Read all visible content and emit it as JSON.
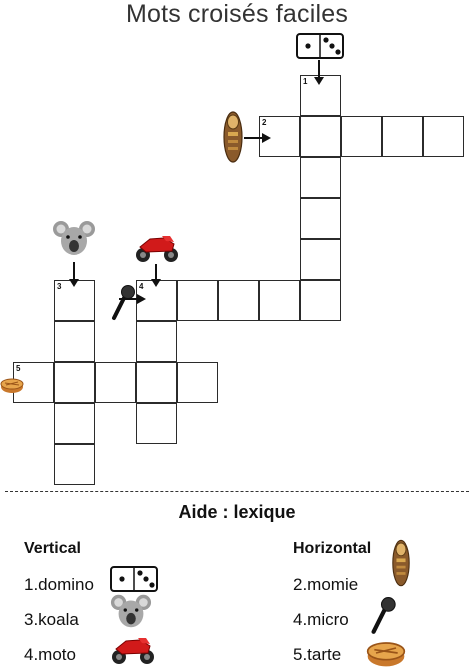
{
  "title": "Mots croisés faciles",
  "clues": [
    {
      "number": "1",
      "icon": "domino-icon",
      "direction": "down"
    },
    {
      "number": "2",
      "icon": "mummy-icon",
      "direction": "across"
    },
    {
      "number": "3",
      "icon": "koala-icon",
      "direction": "down"
    },
    {
      "number": "4",
      "icon": "motorbike-icon",
      "direction": "down"
    },
    {
      "number": "4",
      "icon": "microphone-icon",
      "direction": "across"
    },
    {
      "number": "5",
      "icon": "pie-icon",
      "direction": "across"
    }
  ],
  "lexicon": {
    "heading": "Aide : lexique",
    "vertical": {
      "label": "Vertical",
      "items": [
        {
          "text": "1.domino",
          "icon": "domino-icon"
        },
        {
          "text": "3.koala",
          "icon": "koala-icon"
        },
        {
          "text": "4.moto",
          "icon": "motorbike-icon"
        }
      ]
    },
    "horizontal": {
      "label": "Horizontal",
      "items": [
        {
          "text": "2.momie",
          "icon": "mummy-icon"
        },
        {
          "text": "4.micro",
          "icon": "microphone-icon"
        },
        {
          "text": "5.tarte",
          "icon": "pie-icon"
        }
      ]
    }
  }
}
